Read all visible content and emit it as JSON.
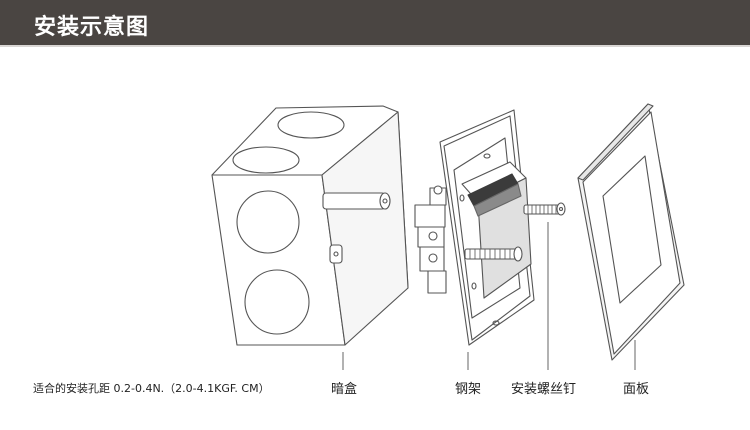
{
  "header": {
    "title": "安装示意图"
  },
  "note": "适合的安装孔距 0.2-0.4N.（2.0-4.1KGF. CM）",
  "labels": {
    "box": "暗盒",
    "frame": "钢架",
    "screw": "安装螺丝钉",
    "panel": "面板"
  },
  "colors": {
    "header_bg": "#4a4542",
    "line": "#555555"
  }
}
